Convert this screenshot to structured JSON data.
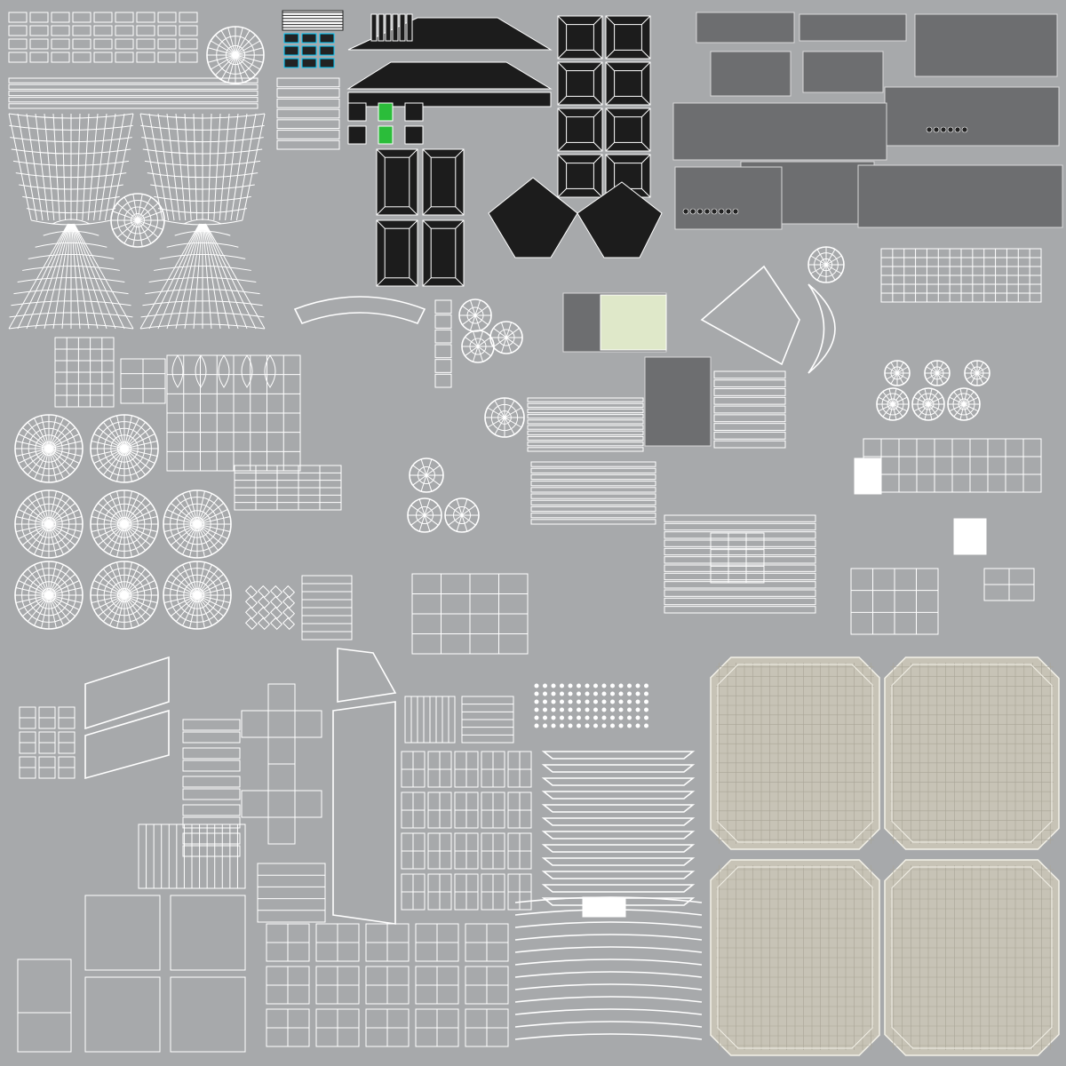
{
  "image": {
    "kind": "uv-texture-wireframe-layout",
    "background_color": "#a7a9ab",
    "wire_color": "#ffffff",
    "dark_fill_color": "#1c1c1c",
    "panel_color": "#6d6e70",
    "floor_color": "#c7c3b6",
    "accent_green": "#2bbd3a",
    "map_color": "#dfe8c9"
  },
  "regions": [
    {
      "name": "dome-shells",
      "shape": "grid-curved"
    },
    {
      "name": "roof-plates",
      "shape": "dark-quads"
    },
    {
      "name": "control-panels",
      "shape": "gray-panels"
    },
    {
      "name": "radial-discs",
      "shape": "circles"
    },
    {
      "name": "mixed-parts",
      "shape": "wire-strips"
    },
    {
      "name": "box-unwraps",
      "shape": "wire-boxes"
    },
    {
      "name": "floor-plans",
      "shape": "beige-octagons"
    }
  ]
}
